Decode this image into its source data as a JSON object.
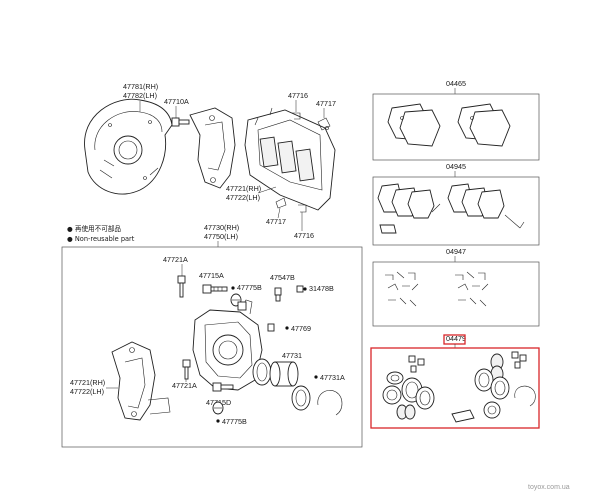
{
  "labels": {
    "shield_rh": "47781(RH)",
    "shield_lh": "47782(LH)",
    "bolt_710a": "47710A",
    "clip_716_top": "47716",
    "clip_717_top": "47717",
    "bracket_rh": "47721(RH)",
    "bracket_lh": "47722(LH)",
    "clip_717_bot": "47717",
    "clip_716_bot": "47716",
    "caliper_rh": "47730(RH)",
    "caliper_lh": "47750(LH)",
    "bolt_721a": "47721A",
    "pin_715a": "47715A",
    "boot_775b_a": "47775B",
    "bleeder_547b": "47547B",
    "cap_31478b": "31478B",
    "plug_769": "47769",
    "piston_731": "47731",
    "ring_731a": "47731A",
    "bracket2_rh": "47721(RH)",
    "bracket2_lh": "47722(LH)",
    "bolt_721a_b": "47721A",
    "pin_715d": "47715D",
    "boot_775b_b": "47775B",
    "kit_04465": "04465",
    "kit_04945": "04945",
    "kit_04947": "04947",
    "kit_04479": "04479"
  },
  "legend": {
    "non_reusable_jp": "● 再使用不可部品",
    "non_reusable_en": "● Non-reusable part"
  },
  "watermark": "toyox.com.ua",
  "colors": {
    "highlight": "#d9252a",
    "line": "#222222",
    "box": "#555555"
  }
}
